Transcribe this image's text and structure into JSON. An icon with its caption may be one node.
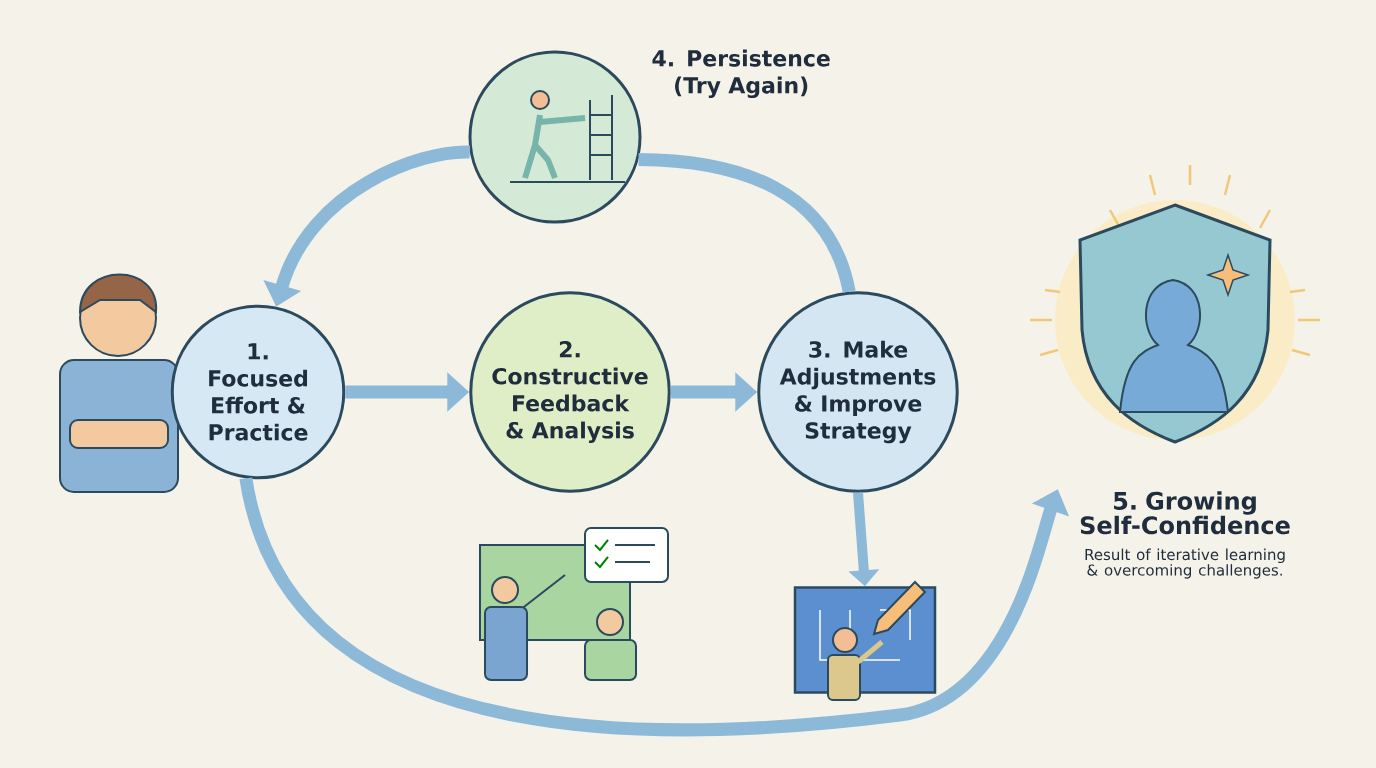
{
  "diagram": {
    "nodes": [
      {
        "text": [
          "1. Focused Effort & Practice"
        ]
      },
      {
        "text": [
          "2. Constructive Feedback & Analysis"
        ]
      },
      {
        "text": [
          "3. Make Adjustments & Improve Strategy"
        ]
      },
      {
        "text": [
          "4. Persistence (Try Again)"
        ]
      },
      {
        "text": [],
        "shape": "picture"
      },
      {
        "text": [
          "5. Growing Self-Confidence",
          "Result of iterative learning & overcoming challenges."
        ]
      }
    ],
    "edges": [
      {
        "from": 0,
        "to": 1,
        "arrow": "to"
      },
      {
        "from": 1,
        "to": 2,
        "arrow": "to"
      },
      {
        "from": 2,
        "to": 3,
        "arrow": "none"
      },
      {
        "from": 3,
        "to": 0,
        "arrow": "to"
      },
      {
        "from": 2,
        "to": 4,
        "arrow": "to"
      },
      {
        "from": 0,
        "to": 5,
        "arrow": "to"
      }
    ]
  }
}
